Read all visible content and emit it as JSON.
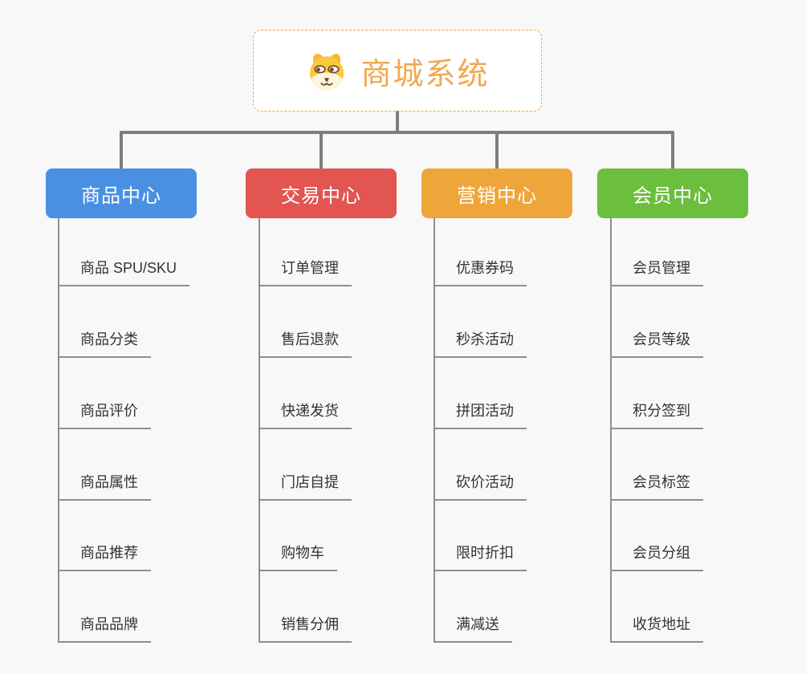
{
  "page": {
    "background": "#f8f8f8",
    "connector_color": "#7d7d7d",
    "line_color": "#8e8e8e",
    "leaf_text_color": "#333333"
  },
  "root": {
    "title": "商城系统",
    "title_color": "#f0a850",
    "border_color": "#f2a93f",
    "icon": "dog-face-icon"
  },
  "branches": [
    {
      "label": "商品中心",
      "color": "#4a90e2",
      "items": [
        "商品 SPU/SKU",
        "商品分类",
        "商品评价",
        "商品属性",
        "商品推荐",
        "商品品牌"
      ]
    },
    {
      "label": "交易中心",
      "color": "#e25551",
      "items": [
        "订单管理",
        "售后退款",
        "快递发货",
        "门店自提",
        "购物车",
        "销售分佣"
      ]
    },
    {
      "label": "营销中心",
      "color": "#eea63a",
      "items": [
        "优惠券码",
        "秒杀活动",
        "拼团活动",
        "砍价活动",
        "限时折扣",
        "满减送"
      ]
    },
    {
      "label": "会员中心",
      "color": "#6cbe3e",
      "items": [
        "会员管理",
        "会员等级",
        "积分签到",
        "会员标签",
        "会员分组",
        "收货地址"
      ]
    }
  ]
}
